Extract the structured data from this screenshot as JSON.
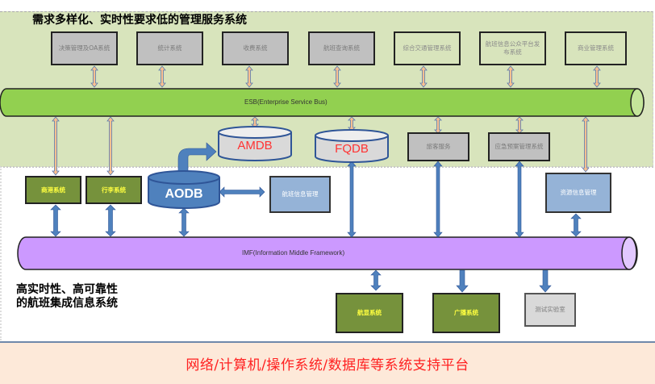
{
  "zones": {
    "management_title": "需求多样化、实时性要求低的管理服务系统",
    "integration_title_line1": "高实时性、高可靠性",
    "integration_title_line2": "的航班集成信息系统",
    "platform_label": "网络/计算机/操作系统/数据库等系统支持平台"
  },
  "top_systems": [
    {
      "label": "决策管理及OA系统",
      "style": "gray"
    },
    {
      "label": "统计系统",
      "style": "gray"
    },
    {
      "label": "收费系统",
      "style": "gray"
    },
    {
      "label": "航班查询系统",
      "style": "gray"
    },
    {
      "label": "综合交通管理系统",
      "style": "plain"
    },
    {
      "label": "航班信息公众平台发布系统",
      "style": "plain"
    },
    {
      "label": "商业管理系统",
      "style": "plain"
    }
  ],
  "buses": {
    "esb": "ESB(Enterprise Service Bus)",
    "imf": "IMF(Information Middle Framework)"
  },
  "databases": {
    "amdb": "AMDB",
    "fqdb": "FQDB",
    "aodb": "AODB"
  },
  "esb_services": [
    {
      "label": "旅客服务"
    },
    {
      "label": "应急预案管理系统"
    }
  ],
  "mid_systems": {
    "shanggang": "商港系统",
    "xingli": "行李系统",
    "flight_info_mgmt": "航班信息管理",
    "resource_info_mgmt": "资源信息管理"
  },
  "bottom_systems": {
    "display": "航显系统",
    "broadcast": "广播系统",
    "test_lab": "测试实验室"
  },
  "colors": {
    "esb_bus": "#92d050",
    "imf_bus": "#cc99ff",
    "db_blue": "#4f81bd",
    "db_gray": "#d9d9d9",
    "db_label_red": "#ff3333",
    "orange_arrow": "#fac090",
    "blue_arrow": "#4f81bd",
    "platform_bg": "#fde9d9",
    "platform_text": "#ff2020"
  }
}
